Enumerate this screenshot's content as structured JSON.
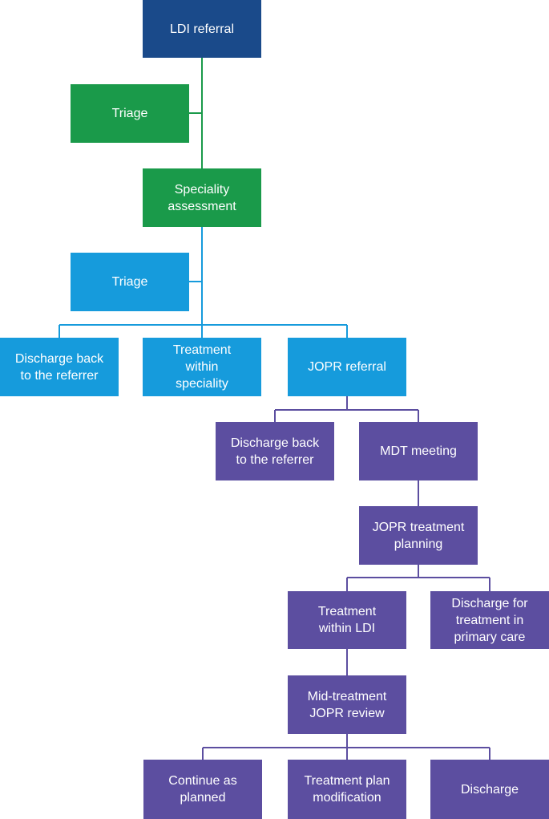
{
  "colors": {
    "navy": "#1a4a8a",
    "green": "#1a9a4a",
    "blue": "#169bdc",
    "purple": "#5c4ea0"
  },
  "nodes": {
    "ldi_referral": "LDI referral",
    "triage_1": "Triage",
    "speciality_assessment": "Speciality\nassessment",
    "triage_2": "Triage",
    "discharge_referrer_1": "Discharge back\nto the referrer",
    "treatment_within_speciality": "Treatment\nwithin\nspeciality",
    "jopr_referral": "JOPR referral",
    "discharge_referrer_2": "Discharge back\nto the referrer",
    "mdt_meeting": "MDT meeting",
    "jopr_treatment_planning": "JOPR treatment\nplanning",
    "treatment_within_ldi": "Treatment\nwithin LDI",
    "discharge_primary_care": "Discharge for\ntreatment in\nprimary care",
    "mid_treatment_review": "Mid-treatment\nJOPR review",
    "continue_as_planned": "Continue as\nplanned",
    "treatment_plan_modification": "Treatment plan\nmodification",
    "discharge": "Discharge"
  }
}
